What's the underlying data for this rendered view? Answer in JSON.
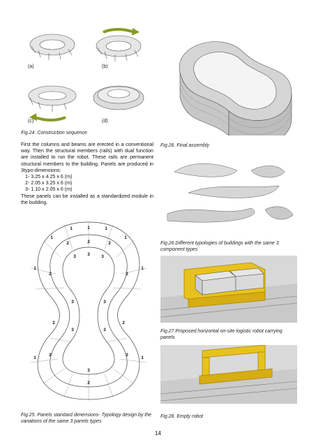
{
  "figures": {
    "fig24": {
      "caption": "Fig.24. Construction sequence",
      "labels": [
        "(a)",
        "(b)",
        "(c)",
        "(d)"
      ]
    },
    "fig25": {
      "caption": "Fig.25. Panels standard dimensions- Typology design by the variations of the same 3 panels types",
      "panel_types": [
        "1",
        "2",
        "3"
      ]
    },
    "fig26_final": {
      "caption": "Fig.26. Final assembly"
    },
    "fig26_typologies": {
      "caption": "Fig.26.Different typologies of buildings with the same 3 component types"
    },
    "fig27": {
      "caption": "Fig.27.Proposed horizontal on-site logistic robot carrying panels"
    },
    "fig28": {
      "caption": "Fig.28. Empty robot"
    }
  },
  "body": {
    "intro": "First the columns and beams are erected in a conventional way. Then the structural members (rails) with dual function are installed to run the robot. These rails are permanent structural members to the building. Panels are produced in 3typo-dimensions:",
    "dimensions": [
      "1-  3.25 x 4.25 x 6 (m)",
      "2-  2.05 x 3.25 x 6 (m)",
      "3-  1.10 x 2.05 x 6 (m)"
    ],
    "outro": "These panels can be installed as a standardized module in the building."
  },
  "page_number": "14",
  "colors": {
    "arrow": "#8a9a22",
    "robot": "#e8c21c",
    "robot_dark": "#a8860c",
    "panel": "#d9d9d9"
  }
}
